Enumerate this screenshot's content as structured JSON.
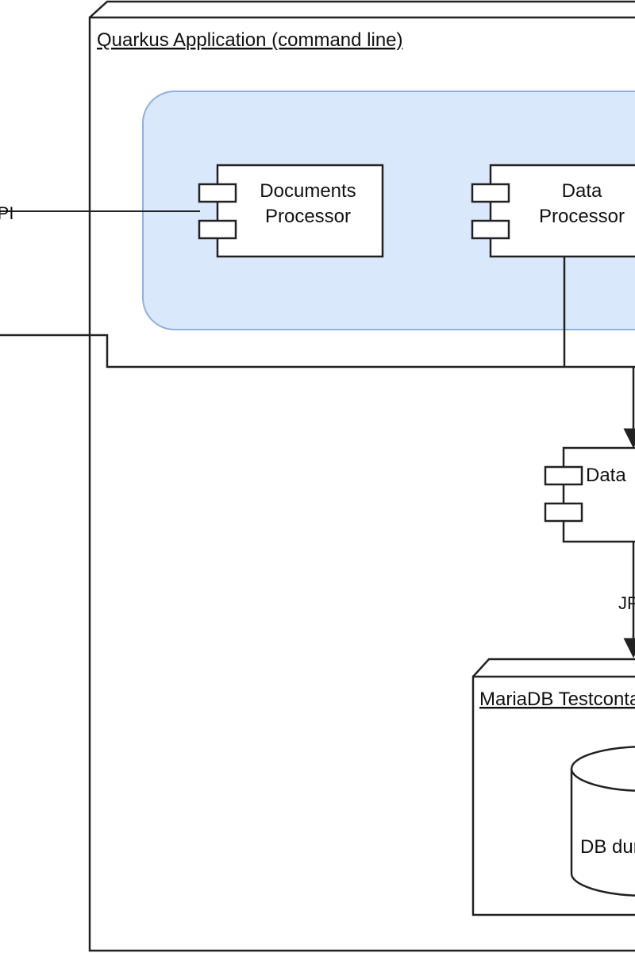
{
  "diagram": {
    "app_node": {
      "title": "Quarkus Application (command line)"
    },
    "left_connector": {
      "label": "API"
    },
    "components": [
      {
        "line1": "Documents",
        "line2": "Processor"
      },
      {
        "line1": "Data",
        "line2": "Processor"
      },
      {
        "line1": "Data"
      }
    ],
    "edge_label": "JPA",
    "mariadb_node": {
      "title": "MariaDB Testcontainer"
    },
    "database": {
      "label": "DB dump"
    },
    "colors": {
      "container_fill": "#dae8fc",
      "container_stroke": "#8fb0e0",
      "line": "#222222"
    }
  }
}
